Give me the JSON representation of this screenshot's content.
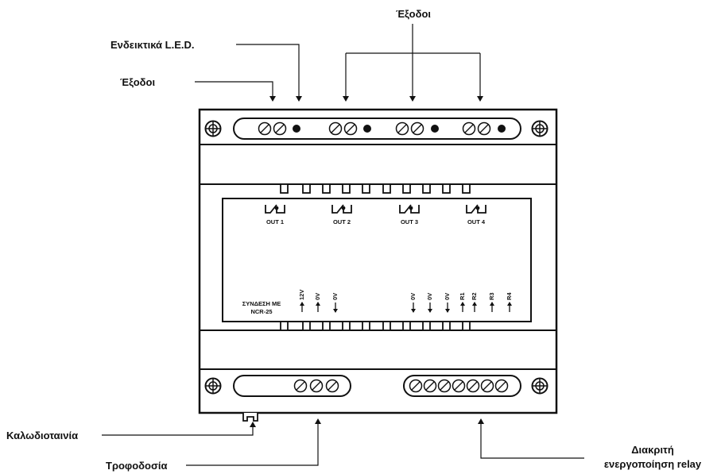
{
  "callouts": {
    "outputs_top": "Έξοδοι",
    "leds": "Ενδεικτικά L.E.D.",
    "outputs_left": "Έξοδοι",
    "ribbon": "Καλωδιοταινία",
    "power": "Τροφοδοσία",
    "relay_line1": "Διακριτή",
    "relay_line2": "ενεργοποίηση relay"
  },
  "relays": [
    "OUT 1",
    "OUT 2",
    "OUT 3",
    "OUT 4"
  ],
  "connection": {
    "line1": "ΣΥΝΔΕΣΗ ΜΕ",
    "line2": "NCR-25"
  },
  "pins_left": [
    {
      "label": "12V",
      "dir": "up"
    },
    {
      "label": "0V",
      "dir": "up"
    },
    {
      "label": "0V",
      "dir": "down"
    }
  ],
  "pins_right": [
    {
      "label": "0V",
      "dir": "down"
    },
    {
      "label": "0V",
      "dir": "down"
    },
    {
      "label": "0V",
      "dir": "down"
    },
    {
      "label": "R1",
      "dir": "up"
    },
    {
      "label": "R2",
      "dir": "up"
    },
    {
      "label": "R3",
      "dir": "up"
    },
    {
      "label": "R4",
      "dir": "up"
    }
  ]
}
